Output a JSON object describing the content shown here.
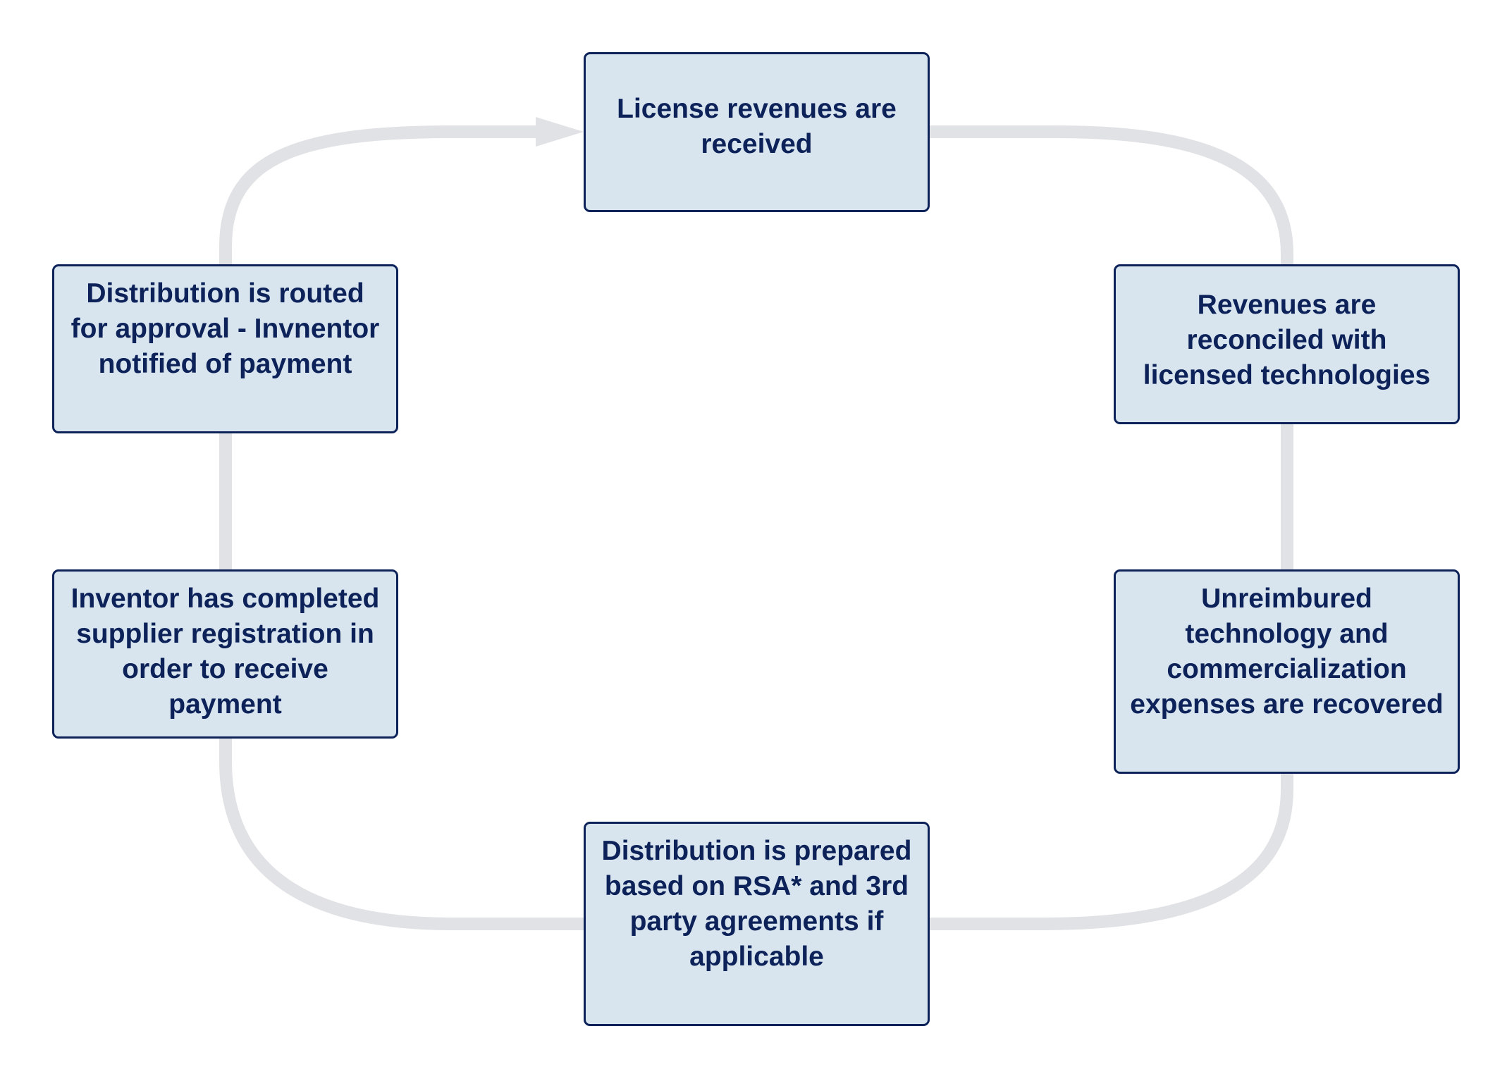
{
  "diagram": {
    "type": "cycle",
    "colors": {
      "node_fill": "#d8e5ef",
      "node_border": "#0c2259",
      "node_text": "#0c2259",
      "connector": "#e1e2e5"
    },
    "nodes": [
      {
        "id": "step-1",
        "label": "License revenues are received"
      },
      {
        "id": "step-2",
        "label": "Revenues are reconciled with licensed technologies"
      },
      {
        "id": "step-3",
        "label": "Unreimbured technology and commercialization expenses are recovered"
      },
      {
        "id": "step-4",
        "label": "Distribution is prepared based on RSA* and 3rd party agreements if applicable"
      },
      {
        "id": "step-5",
        "label": "Inventor has completed supplier registration in order to receive payment"
      },
      {
        "id": "step-6",
        "label": "Distribution is routed for approval - Invnentor notified of payment"
      }
    ],
    "edges": [
      {
        "from": "step-1",
        "to": "step-2"
      },
      {
        "from": "step-2",
        "to": "step-3"
      },
      {
        "from": "step-3",
        "to": "step-4"
      },
      {
        "from": "step-4",
        "to": "step-5"
      },
      {
        "from": "step-5",
        "to": "step-6"
      },
      {
        "from": "step-6",
        "to": "step-1",
        "arrowhead": true
      }
    ]
  }
}
